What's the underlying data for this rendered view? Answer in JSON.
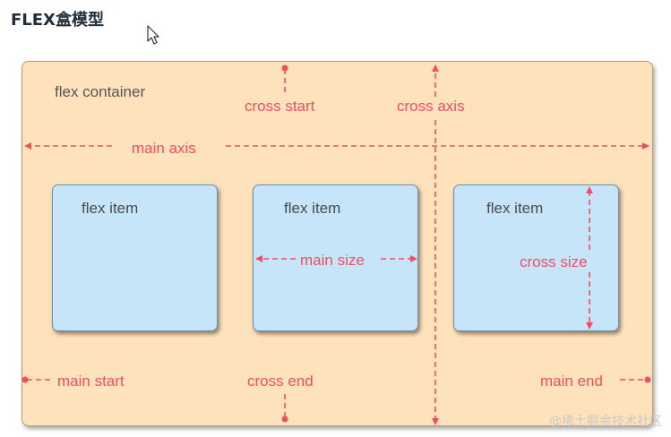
{
  "page": {
    "title": "FLEX盒模型"
  },
  "diagram": {
    "container_label": "flex container",
    "item_label": "flex item",
    "labels": {
      "main_axis": "main axis",
      "cross_axis": "cross axis",
      "cross_start": "cross start",
      "cross_end": "cross end",
      "main_start": "main start",
      "main_end": "main end",
      "main_size": "main size",
      "cross_size": "cross size"
    },
    "colors": {
      "container_fill": "#fde2bc",
      "item_fill": "#c6e5f8",
      "annotation": "#ec5063"
    }
  },
  "watermark": "@稀土掘金技术社区"
}
